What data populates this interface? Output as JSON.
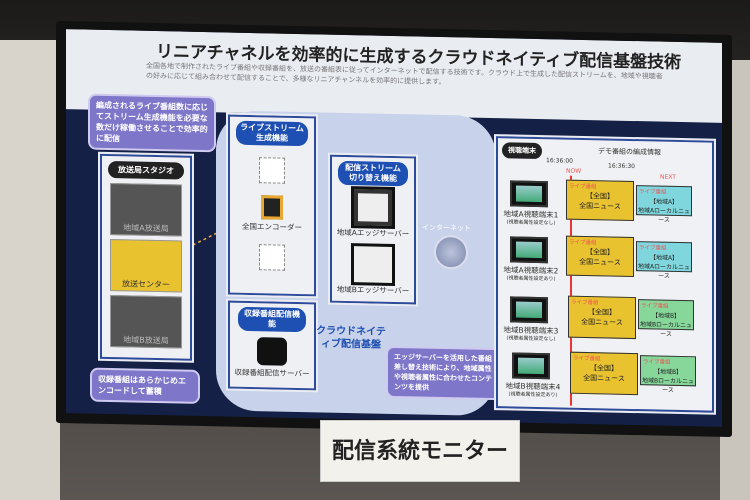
{
  "screen": {
    "title": "リニアチャネルを効率的に生成するクラウドネイティブ配信基盤技術",
    "subtitle": "全国各地で制作されたライブ番組や収録番組を、放送の番組表に従ってインターネットで配信する技術です。クラウド上で生成した配信ストリームを、地域や視聴者の好みに応じて組み合わせて配信することで、多様なリニアチャンネルを効率的に提供します。",
    "bubble_top": "編成されるライブ番組数に応じてストリーム生成機能を必要な数だけ稼働させることで効率的に配信",
    "bubble_bottom": "収録番組はあらかじめエンコードして蓄積",
    "bubble_edge": "エッジサーバーを活用した番組差し替え技術により、地域属性や視聴者属性に合わせたコンテンツを提供",
    "studio": {
      "label": "放送局スタジオ",
      "stations": [
        "地域A放送局",
        "放送センター",
        "地域B放送局"
      ]
    },
    "live_stream": {
      "label": "ライブストリーム生成機能",
      "encoder": "全国エンコーダー"
    },
    "recorded": {
      "label": "収録番組配信機能",
      "server": "収録番組配信サーバー"
    },
    "switching": {
      "label": "配信ストリーム切り替え機能",
      "servers": [
        "地域Aエッジサーバー",
        "地域Bエッジサーバー"
      ]
    },
    "cloud_label": "クラウドネイティブ配信基盤",
    "internet": "インターネット",
    "viewers": {
      "label": "視聴端末",
      "schedule_title": "デモ番組の編成情報",
      "time_now": "16:36:00",
      "time_next": "16:36:30",
      "now": "NOW",
      "next": "NEXT",
      "rows": [
        {
          "name": "地域A視聴端末1",
          "note": "(視聴者属性設定なし)",
          "cur_tag": "ライブ番組",
          "cur_region": "【全国】",
          "cur_title": "全国ニュース",
          "next_tag": "ライブ番組",
          "next_region": "【地域A】",
          "next_title": "地域Aローカルニュース"
        },
        {
          "name": "地域A視聴端末2",
          "note": "(視聴者属性設定あり)",
          "cur_tag": "ライブ番組",
          "cur_region": "【全国】",
          "cur_title": "全国ニュース",
          "next_tag": "ライブ番組",
          "next_region": "【地域A】",
          "next_title": "地域Aローカルニュース"
        },
        {
          "name": "地域B視聴端末3",
          "note": "(視聴者属性設定なし)",
          "cur_tag": "ライブ番組",
          "cur_region": "【全国】",
          "cur_title": "全国ニュース",
          "next_tag": "ライブ番組",
          "next_region": "【地域B】",
          "next_title": "地域Bローカルニュース"
        },
        {
          "name": "地域B視聴端末4",
          "note": "(視聴者属性設定あり)",
          "cur_tag": "ライブ番組",
          "cur_region": "【全国】",
          "cur_title": "全国ニュース",
          "next_tag": "ライブ番組",
          "next_region": "【地域B】",
          "next_title": "地域Bローカルニュース"
        }
      ]
    }
  },
  "sign": "配信系統モニター"
}
